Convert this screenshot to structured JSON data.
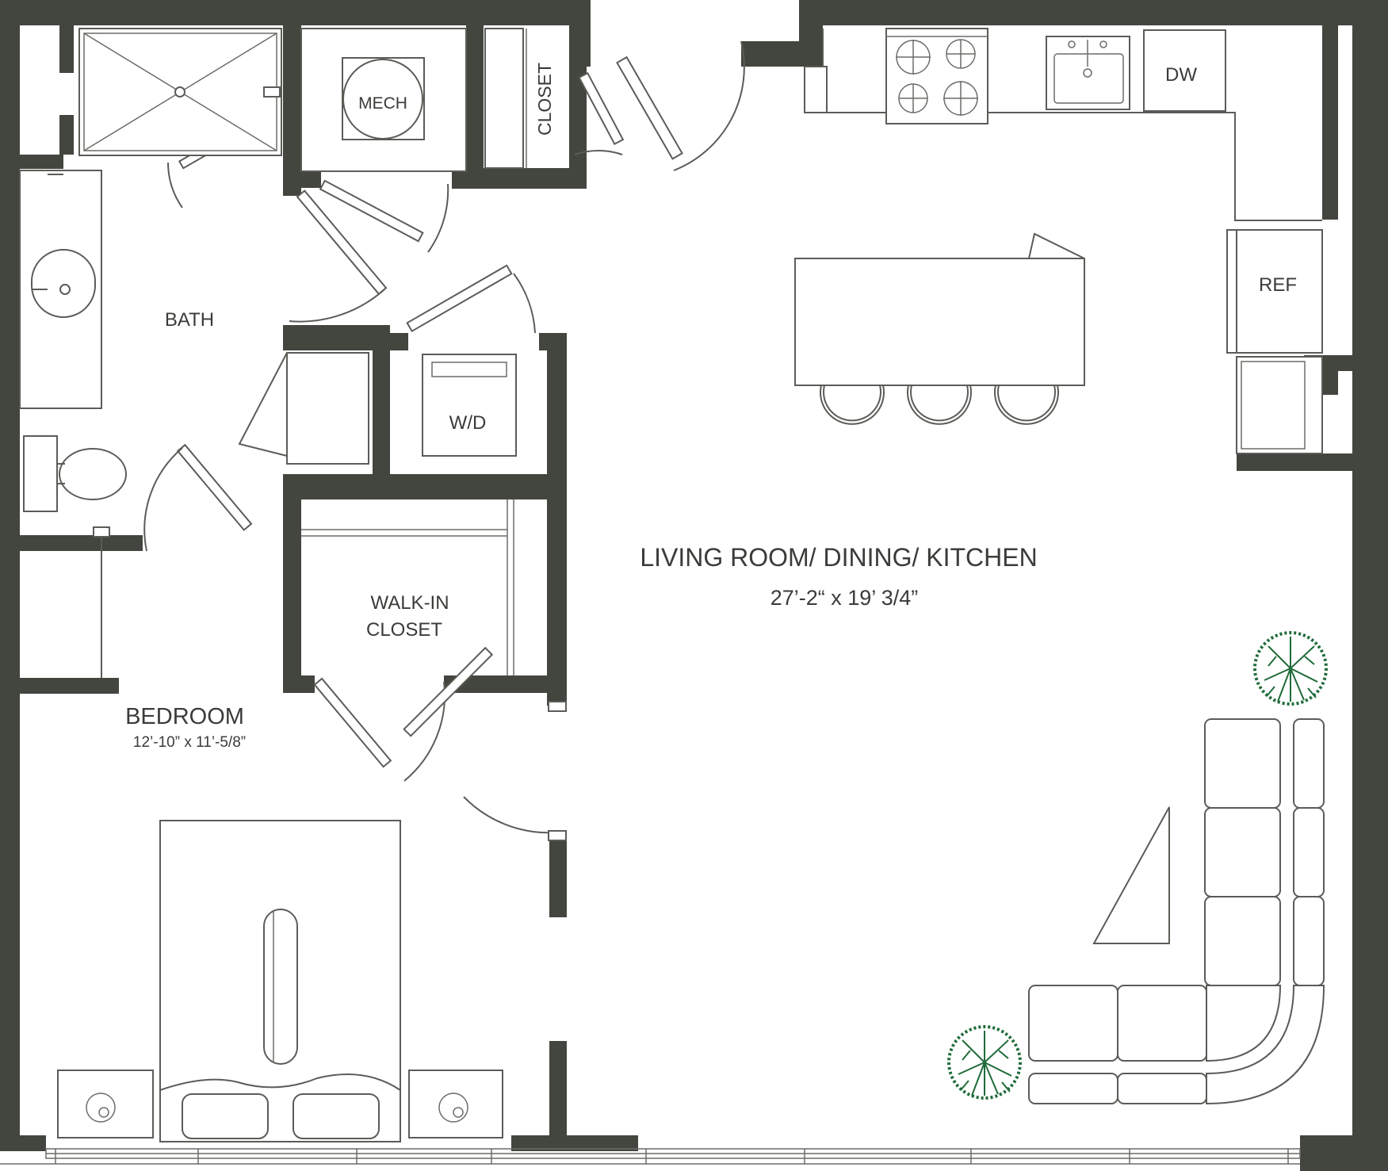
{
  "rooms": {
    "bath": "BATH",
    "mech": "MECH",
    "closet": "CLOSET",
    "wd": "W/D",
    "walkin_line1": "WALK-IN",
    "walkin_line2": "CLOSET",
    "bedroom_name": "BEDROOM",
    "bedroom_dims": "12’-10” x 11’-5/8”",
    "living_name": "LIVING ROOM/ DINING/ KITCHEN",
    "living_dims": "27’-2“ x 19’ 3/4”"
  },
  "appliances": {
    "dw": "DW",
    "ref": "REF"
  },
  "colors": {
    "wall": "#43463f",
    "line": "#5a5d57",
    "plant": "#1f6b3a"
  },
  "icons": [
    "stove-icon",
    "sink-icon",
    "toilet-icon",
    "shower-icon",
    "bed-icon",
    "sofa-icon",
    "plant-icon",
    "lamp-icon"
  ]
}
